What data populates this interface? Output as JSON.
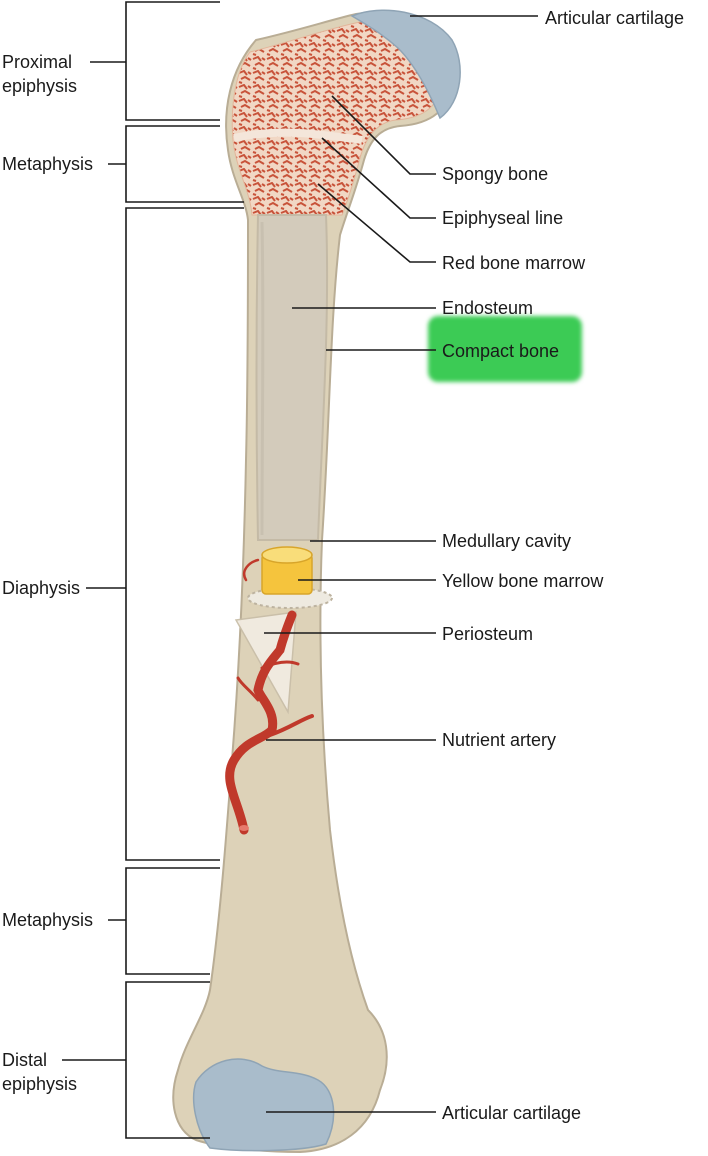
{
  "left_labels": {
    "proximal_epiphysis": [
      "Proximal",
      "epiphysis"
    ],
    "metaphysis_top": "Metaphysis",
    "diaphysis": "Diaphysis",
    "metaphysis_bottom": "Metaphysis",
    "distal_epiphysis": [
      "Distal",
      "epiphysis"
    ]
  },
  "right_labels": {
    "articular_cartilage_top": "Articular cartilage",
    "spongy_bone": "Spongy bone",
    "epiphyseal_line": "Epiphyseal line",
    "red_bone_marrow": "Red bone marrow",
    "endosteum": "Endosteum",
    "compact_bone": "Compact bone",
    "medullary_cavity": "Medullary cavity",
    "yellow_bone_marrow": "Yellow bone marrow",
    "periosteum": "Periosteum",
    "nutrient_artery": "Nutrient artery",
    "articular_cartilage_bottom": "Articular cartilage"
  },
  "highlight": {
    "target": "compact_bone",
    "color": "#3ccb55"
  }
}
